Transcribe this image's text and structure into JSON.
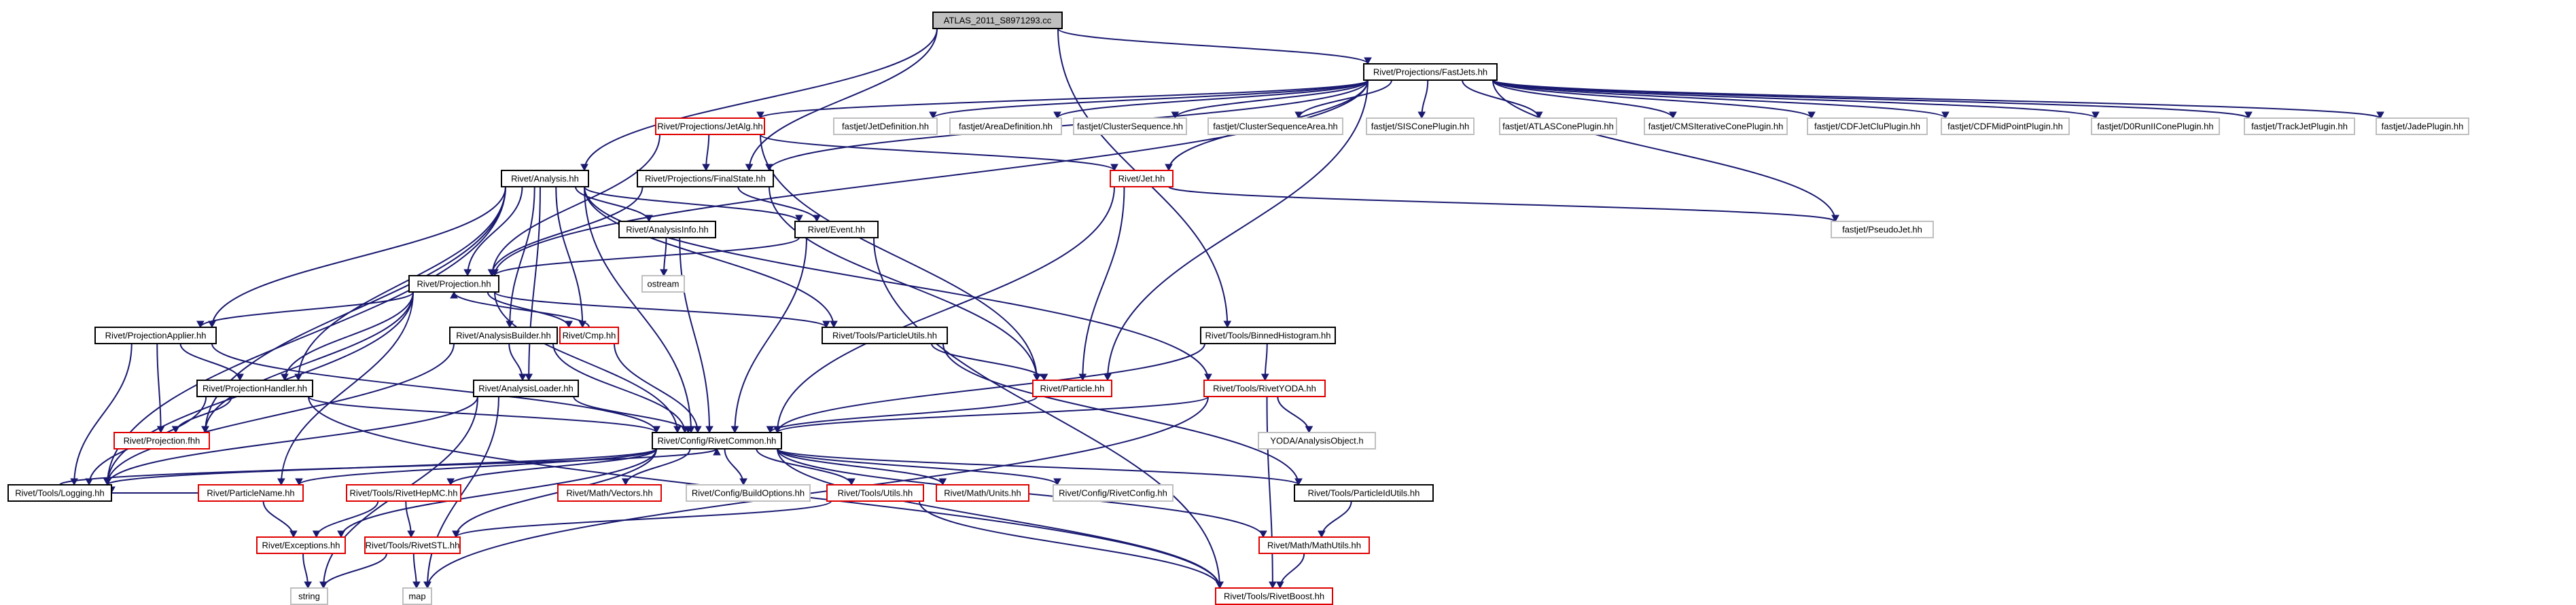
{
  "colors": {
    "edge": "#191970",
    "border_normal": "#000000",
    "border_incomplete": "#e00000",
    "border_external": "#bfbfbf",
    "root_fill": "#bfbfbf",
    "fill": "#ffffff"
  },
  "nodes": [
    {
      "id": "root",
      "label": "ATLAS_2011_S8971293.cc",
      "kind": "root"
    },
    {
      "id": "fastjets",
      "label": "Rivet/Projections/FastJets.hh",
      "kind": "normal"
    },
    {
      "id": "jetalg",
      "label": "Rivet/Projections/JetAlg.hh",
      "kind": "incomplete"
    },
    {
      "id": "fj_jetdef",
      "label": "fastjet/JetDefinition.hh",
      "kind": "external"
    },
    {
      "id": "fj_areadef",
      "label": "fastjet/AreaDefinition.hh",
      "kind": "external"
    },
    {
      "id": "fj_cs",
      "label": "fastjet/ClusterSequence.hh",
      "kind": "external"
    },
    {
      "id": "fj_csa",
      "label": "fastjet/ClusterSequenceArea.hh",
      "kind": "external"
    },
    {
      "id": "fj_siscone",
      "label": "fastjet/SISConePlugin.hh",
      "kind": "external"
    },
    {
      "id": "fj_atlascone",
      "label": "fastjet/ATLASConePlugin.hh",
      "kind": "external"
    },
    {
      "id": "fj_cmsit",
      "label": "fastjet/CMSIterativeConePlugin.hh",
      "kind": "external"
    },
    {
      "id": "fj_cdfjetclu",
      "label": "fastjet/CDFJetCluPlugin.hh",
      "kind": "external"
    },
    {
      "id": "fj_cdfmid",
      "label": "fastjet/CDFMidPointPlugin.hh",
      "kind": "external"
    },
    {
      "id": "fj_d0",
      "label": "fastjet/D0RunIIConePlugin.hh",
      "kind": "external"
    },
    {
      "id": "fj_trackjet",
      "label": "fastjet/TrackJetPlugin.hh",
      "kind": "external"
    },
    {
      "id": "fj_jade",
      "label": "fastjet/JadePlugin.hh",
      "kind": "external"
    },
    {
      "id": "analysis",
      "label": "Rivet/Analysis.hh",
      "kind": "normal"
    },
    {
      "id": "finalstate",
      "label": "Rivet/Projections/FinalState.hh",
      "kind": "normal"
    },
    {
      "id": "jet",
      "label": "Rivet/Jet.hh",
      "kind": "incomplete"
    },
    {
      "id": "analysisinfo",
      "label": "Rivet/AnalysisInfo.hh",
      "kind": "normal"
    },
    {
      "id": "event",
      "label": "Rivet/Event.hh",
      "kind": "normal"
    },
    {
      "id": "pseudojet",
      "label": "fastjet/PseudoJet.hh",
      "kind": "external"
    },
    {
      "id": "projection",
      "label": "Rivet/Projection.hh",
      "kind": "normal"
    },
    {
      "id": "ostream",
      "label": "ostream",
      "kind": "external"
    },
    {
      "id": "projapplier",
      "label": "Rivet/ProjectionApplier.hh",
      "kind": "normal"
    },
    {
      "id": "analysisbuilder",
      "label": "Rivet/AnalysisBuilder.hh",
      "kind": "normal"
    },
    {
      "id": "cmp",
      "label": "Rivet/Cmp.hh",
      "kind": "incomplete"
    },
    {
      "id": "particleutils",
      "label": "Rivet/Tools/ParticleUtils.hh",
      "kind": "normal"
    },
    {
      "id": "binnedhist",
      "label": "Rivet/Tools/BinnedHistogram.hh",
      "kind": "normal"
    },
    {
      "id": "projhandler",
      "label": "Rivet/ProjectionHandler.hh",
      "kind": "normal"
    },
    {
      "id": "analysisloader",
      "label": "Rivet/AnalysisLoader.hh",
      "kind": "normal"
    },
    {
      "id": "particle",
      "label": "Rivet/Particle.hh",
      "kind": "incomplete"
    },
    {
      "id": "rivetyoda",
      "label": "Rivet/Tools/RivetYODA.hh",
      "kind": "incomplete"
    },
    {
      "id": "projfhh",
      "label": "Rivet/Projection.fhh",
      "kind": "incomplete"
    },
    {
      "id": "rivetcommon",
      "label": "Rivet/Config/RivetCommon.hh",
      "kind": "normal"
    },
    {
      "id": "yodaobj",
      "label": "YODA/AnalysisObject.h",
      "kind": "external"
    },
    {
      "id": "logging",
      "label": "Rivet/Tools/Logging.hh",
      "kind": "normal"
    },
    {
      "id": "particlename",
      "label": "Rivet/ParticleName.hh",
      "kind": "incomplete"
    },
    {
      "id": "rivethepmc",
      "label": "Rivet/Tools/RivetHepMC.hh",
      "kind": "incomplete"
    },
    {
      "id": "vectors",
      "label": "Rivet/Math/Vectors.hh",
      "kind": "incomplete"
    },
    {
      "id": "buildopts",
      "label": "Rivet/Config/BuildOptions.hh",
      "kind": "external"
    },
    {
      "id": "toolsutils",
      "label": "Rivet/Tools/Utils.hh",
      "kind": "incomplete"
    },
    {
      "id": "units",
      "label": "Rivet/Math/Units.hh",
      "kind": "incomplete"
    },
    {
      "id": "rivetconfig",
      "label": "Rivet/Config/RivetConfig.hh",
      "kind": "external"
    },
    {
      "id": "particleidutils",
      "label": "Rivet/Tools/ParticleIdUtils.hh",
      "kind": "normal"
    },
    {
      "id": "exceptions",
      "label": "Rivet/Exceptions.hh",
      "kind": "incomplete"
    },
    {
      "id": "rivetstl",
      "label": "Rivet/Tools/RivetSTL.hh",
      "kind": "incomplete"
    },
    {
      "id": "mathutils",
      "label": "Rivet/Math/MathUtils.hh",
      "kind": "incomplete"
    },
    {
      "id": "string",
      "label": "string",
      "kind": "external"
    },
    {
      "id": "map",
      "label": "map",
      "kind": "external"
    },
    {
      "id": "rivetboost",
      "label": "Rivet/Tools/RivetBoost.hh",
      "kind": "incomplete"
    }
  ],
  "edges": [
    [
      "root",
      "fastjets"
    ],
    [
      "root",
      "analysis"
    ],
    [
      "root",
      "finalstate"
    ],
    [
      "root",
      "binnedhist"
    ],
    [
      "fastjets",
      "jetalg"
    ],
    [
      "fastjets",
      "fj_jetdef"
    ],
    [
      "fastjets",
      "fj_areadef"
    ],
    [
      "fastjets",
      "fj_cs"
    ],
    [
      "fastjets",
      "fj_csa"
    ],
    [
      "fastjets",
      "fj_siscone"
    ],
    [
      "fastjets",
      "fj_atlascone"
    ],
    [
      "fastjets",
      "fj_cmsit"
    ],
    [
      "fastjets",
      "fj_cdfjetclu"
    ],
    [
      "fastjets",
      "fj_cdfmid"
    ],
    [
      "fastjets",
      "fj_d0"
    ],
    [
      "fastjets",
      "fj_trackjet"
    ],
    [
      "fastjets",
      "fj_jade"
    ],
    [
      "fastjets",
      "finalstate"
    ],
    [
      "fastjets",
      "projection"
    ],
    [
      "fastjets",
      "particle"
    ],
    [
      "fastjets",
      "jet"
    ],
    [
      "fastjets",
      "pseudojet"
    ],
    [
      "jetalg",
      "finalstate"
    ],
    [
      "jetalg",
      "jet"
    ],
    [
      "jetalg",
      "particle"
    ],
    [
      "jetalg",
      "projection"
    ],
    [
      "analysis",
      "analysisinfo"
    ],
    [
      "analysis",
      "event"
    ],
    [
      "analysis",
      "projection"
    ],
    [
      "analysis",
      "projapplier"
    ],
    [
      "analysis",
      "analysisbuilder"
    ],
    [
      "analysis",
      "projhandler"
    ],
    [
      "analysis",
      "analysisloader"
    ],
    [
      "analysis",
      "rivetcommon"
    ],
    [
      "analysis",
      "logging"
    ],
    [
      "analysis",
      "rivetyoda"
    ],
    [
      "analysis",
      "particleutils"
    ],
    [
      "analysis",
      "cmp"
    ],
    [
      "analysis",
      "projfhh"
    ],
    [
      "finalstate",
      "projection"
    ],
    [
      "finalstate",
      "particle"
    ],
    [
      "finalstate",
      "event"
    ],
    [
      "jet",
      "particle"
    ],
    [
      "jet",
      "pseudojet"
    ],
    [
      "jet",
      "rivetcommon"
    ],
    [
      "analysisinfo",
      "ostream"
    ],
    [
      "analysisinfo",
      "rivetcommon"
    ],
    [
      "event",
      "projection"
    ],
    [
      "event",
      "rivetcommon"
    ],
    [
      "event",
      "rivetboost"
    ],
    [
      "projection",
      "projapplier"
    ],
    [
      "projection",
      "projhandler"
    ],
    [
      "projection",
      "cmp"
    ],
    [
      "projection",
      "particleutils"
    ],
    [
      "projection",
      "rivetcommon"
    ],
    [
      "projection",
      "logging"
    ],
    [
      "projection",
      "projfhh"
    ],
    [
      "projection",
      "particlename"
    ],
    [
      "projapplier",
      "projhandler"
    ],
    [
      "projapplier",
      "projfhh"
    ],
    [
      "projapplier",
      "logging"
    ],
    [
      "projapplier",
      "rivetcommon"
    ],
    [
      "analysisbuilder",
      "analysisloader"
    ],
    [
      "analysisbuilder",
      "rivetcommon"
    ],
    [
      "analysisbuilder",
      "logging"
    ],
    [
      "cmp",
      "projection"
    ],
    [
      "cmp",
      "rivetcommon"
    ],
    [
      "particleutils",
      "particle"
    ],
    [
      "particleutils",
      "particleidutils"
    ],
    [
      "binnedhist",
      "rivetyoda"
    ],
    [
      "binnedhist",
      "rivetcommon"
    ],
    [
      "projhandler",
      "rivetcommon"
    ],
    [
      "projhandler",
      "projfhh"
    ],
    [
      "projhandler",
      "logging"
    ],
    [
      "projhandler",
      "rivetboost"
    ],
    [
      "analysisloader",
      "rivetcommon"
    ],
    [
      "analysisloader",
      "logging"
    ],
    [
      "analysisloader",
      "string"
    ],
    [
      "analysisloader",
      "map"
    ],
    [
      "particle",
      "rivetcommon"
    ],
    [
      "rivetyoda",
      "rivetcommon"
    ],
    [
      "rivetyoda",
      "yodaobj"
    ],
    [
      "rivetyoda",
      "rivetboost"
    ],
    [
      "rivetyoda",
      "map"
    ],
    [
      "rivetcommon",
      "logging"
    ],
    [
      "rivetcommon",
      "particlename"
    ],
    [
      "rivetcommon",
      "rivethepmc"
    ],
    [
      "rivetcommon",
      "vectors"
    ],
    [
      "rivetcommon",
      "buildopts"
    ],
    [
      "rivetcommon",
      "toolsutils"
    ],
    [
      "rivetcommon",
      "units"
    ],
    [
      "rivetcommon",
      "rivetconfig"
    ],
    [
      "rivetcommon",
      "particleidutils"
    ],
    [
      "rivetcommon",
      "exceptions"
    ],
    [
      "rivetcommon",
      "rivetstl"
    ],
    [
      "rivetcommon",
      "mathutils"
    ],
    [
      "rivetcommon",
      "rivetboost"
    ],
    [
      "logging",
      "rivetcommon"
    ],
    [
      "particlename",
      "exceptions"
    ],
    [
      "particlename",
      "logging"
    ],
    [
      "rivethepmc",
      "exceptions"
    ],
    [
      "rivethepmc",
      "rivetstl"
    ],
    [
      "toolsutils",
      "rivetstl"
    ],
    [
      "toolsutils",
      "rivetboost"
    ],
    [
      "particleidutils",
      "mathutils"
    ],
    [
      "exceptions",
      "string"
    ],
    [
      "rivetstl",
      "string"
    ],
    [
      "rivetstl",
      "map"
    ],
    [
      "mathutils",
      "rivetboost"
    ]
  ]
}
